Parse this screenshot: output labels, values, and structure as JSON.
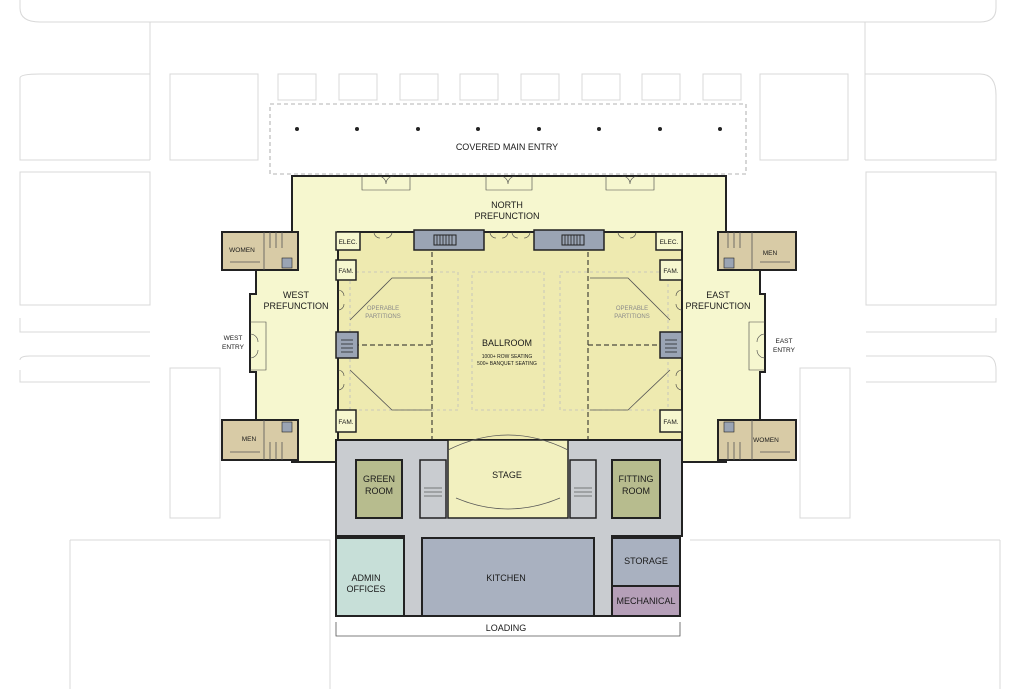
{
  "labels": {
    "covered_main_entry": "COVERED MAIN ENTRY",
    "north_prefunction_1": "NORTH",
    "north_prefunction_2": "PREFUNCTION",
    "west_prefunction_1": "WEST",
    "west_prefunction_2": "PREFUNCTION",
    "east_prefunction_1": "EAST",
    "east_prefunction_2": "PREFUNCTION",
    "west_entry_1": "WEST",
    "west_entry_2": "ENTRY",
    "east_entry_1": "EAST",
    "east_entry_2": "ENTRY",
    "ballroom": "BALLROOM",
    "ballroom_row_seating": "1000+ ROW SEATING",
    "ballroom_banquet_seating": "500+ BANQUET SEATING",
    "operable_1": "OPERABLE",
    "operable_2": "PARTITIONS",
    "stage": "STAGE",
    "green_room_1": "GREEN",
    "green_room_2": "ROOM",
    "fitting_room_1": "FITTING",
    "fitting_room_2": "ROOM",
    "admin_offices_1": "ADMIN",
    "admin_offices_2": "OFFICES",
    "kitchen": "KITCHEN",
    "storage": "STORAGE",
    "mechanical": "MECHANICAL",
    "loading": "LOADING",
    "women": "WOMEN",
    "men": "MEN",
    "elec": "ELEC.",
    "fam": "FAM."
  },
  "colors": {
    "prefunction": "#f6f7cf",
    "ballroom": "#eeeab0",
    "stage": "#f2f0bf",
    "restroom": "#d8cba6",
    "service_corridor": "#c9ccd0",
    "kitchen": "#a9b1c0",
    "green_room": "#b7bc8e",
    "admin": "#c7dfd8",
    "storage": "#a9b1c0",
    "mechanical": "#b59fb8",
    "stair_blue": "#9aa4b4"
  }
}
